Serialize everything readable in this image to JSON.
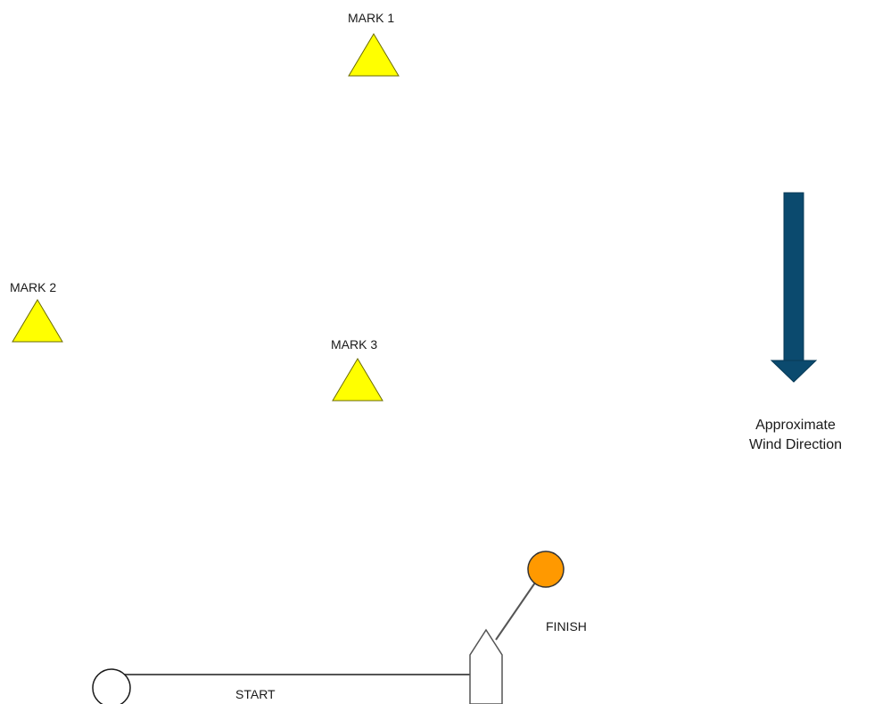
{
  "marks": [
    {
      "id": "mark-1",
      "label": "MARK 1"
    },
    {
      "id": "mark-2",
      "label": "MARK 2"
    },
    {
      "id": "mark-3",
      "label": "MARK 3"
    }
  ],
  "start": {
    "label": "START"
  },
  "finish": {
    "label": "FINISH"
  },
  "wind": {
    "line1": "Approximate",
    "line2": "Wind Direction"
  },
  "colors": {
    "mark_fill": "#ffff00",
    "finish_buoy_fill": "#ff9900",
    "wind_arrow_fill": "#0b4a6e",
    "line_color": "#555555"
  },
  "icons": {
    "mark": "triangle-buoy-icon",
    "finish_buoy": "circle-buoy-icon",
    "start_buoy": "circle-buoy-icon",
    "committee_boat": "boat-icon",
    "wind": "arrow-down-icon"
  }
}
